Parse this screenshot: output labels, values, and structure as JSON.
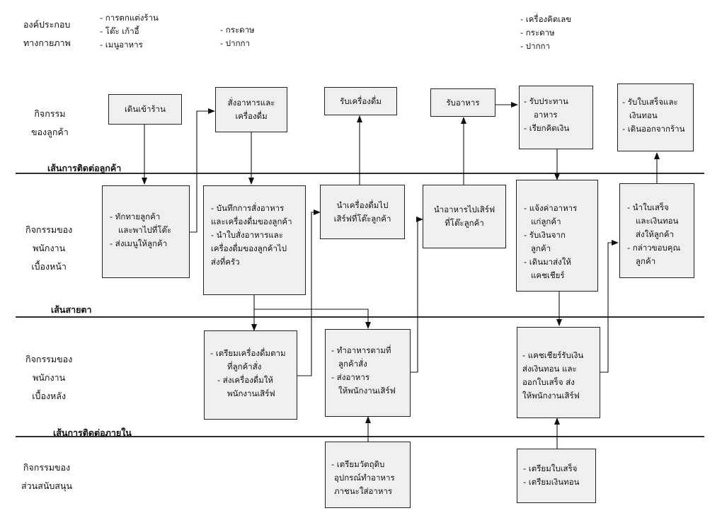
{
  "physical_label": [
    "องค์ประกอบ",
    "ทางกายภาพ"
  ],
  "evidence": {
    "col1": [
      "- การตกแต่งร้าน",
      "- โต๊ะ เก้าอี้",
      "- เมนูอาหาร"
    ],
    "col2": [
      "- กระดาษ",
      "- ปากกา"
    ],
    "col3": [
      "- เครื่องคิดเลข",
      "- กระดาษ",
      "- ปากกา"
    ]
  },
  "lanes": {
    "customer": [
      "กิจกรรม",
      "ของลูกค้า"
    ],
    "front": [
      "กิจกรรมของ",
      "พนักงาน",
      "เบื้องหน้า"
    ],
    "back": [
      "กิจกรรมของ",
      "พนักงาน",
      "เบื้องหลัง"
    ],
    "support": [
      "กิจกรรมของ",
      "ส่วนสนับสนุน"
    ]
  },
  "lines": {
    "interaction": "เส้นการติดต่อลูกค้า",
    "visibility": "เส้นสายตา",
    "internal": "เส้นการติดต่อภายใน"
  },
  "boxes": {
    "c1": [
      "เดินเข้าร้าน"
    ],
    "c2": [
      "สั่งอาหารและ",
      "เครื่องดื่ม"
    ],
    "c3": [
      "รับเครื่องดื่ม"
    ],
    "c4": [
      "รับอาหาร"
    ],
    "c5": [
      "- รับประทาน",
      "อาหาร",
      "- เรียกคิดเงิน"
    ],
    "c6": [
      "- รับใบเสร็จและ",
      "เงินทอน",
      "- เดินออกจากร้าน"
    ],
    "f1": [
      "- ทักทายลูกค้า",
      "และพาไปที่โต๊ะ",
      "- ส่งเมนูให้ลูกค้า"
    ],
    "f2": [
      "- บันทึกการสั่งอาหาร",
      "และเครื่องดื่มของลูกค้า",
      "- นำใบสั่งอาหารและ",
      "เครื่องดื่มของลูกค้าไป",
      "ส่งที่ครัว"
    ],
    "f3": [
      "นำเครื่องดื่มไป",
      "เสิร์ฟที่โต๊ะลูกค้า"
    ],
    "f4": [
      "นำอาหารไปเสิร์ฟ",
      "ที่โต๊ะลูกค้า"
    ],
    "f5": [
      "- แจ้งค่าอาหาร",
      "แก่ลูกค้า",
      "- รับเงินจาก",
      "ลูกค้า",
      "- เดินมาส่งให้",
      "แคชเชียร์"
    ],
    "f6": [
      "- นำใบเสร็จ",
      "และเงินทอน",
      "ส่งให้ลูกค้า",
      "- กล่าวขอบคุณ",
      "ลูกค้า"
    ],
    "b1": [
      "- เตรียมเครื่องดื่มตาม",
      "ที่ลูกค้าสั่ง",
      "- ส่งเครื่องดื่มให้",
      "พนักงานเสิร์ฟ"
    ],
    "b2": [
      "- ทำอาหารตามที่",
      "ลูกค้าสั่ง",
      "- ส่งอาหาร",
      "ให้พนักงานเสิร์ฟ"
    ],
    "b3": [
      "- แคชเชียร์รับเงิน",
      "ส่งเงินทอน และ",
      "ออกใบเสร็จ ส่ง",
      "ให้พนักงานเสิร์ฟ"
    ],
    "s1": [
      "- เตรียมวัตถุดิบ",
      "อุปกรณ์ทำอาหาร",
      "ภาชนะใส่อาหาร"
    ],
    "s2": [
      "- เตรียมใบเสร็จ",
      "- เตรียมเงินทอน"
    ]
  }
}
